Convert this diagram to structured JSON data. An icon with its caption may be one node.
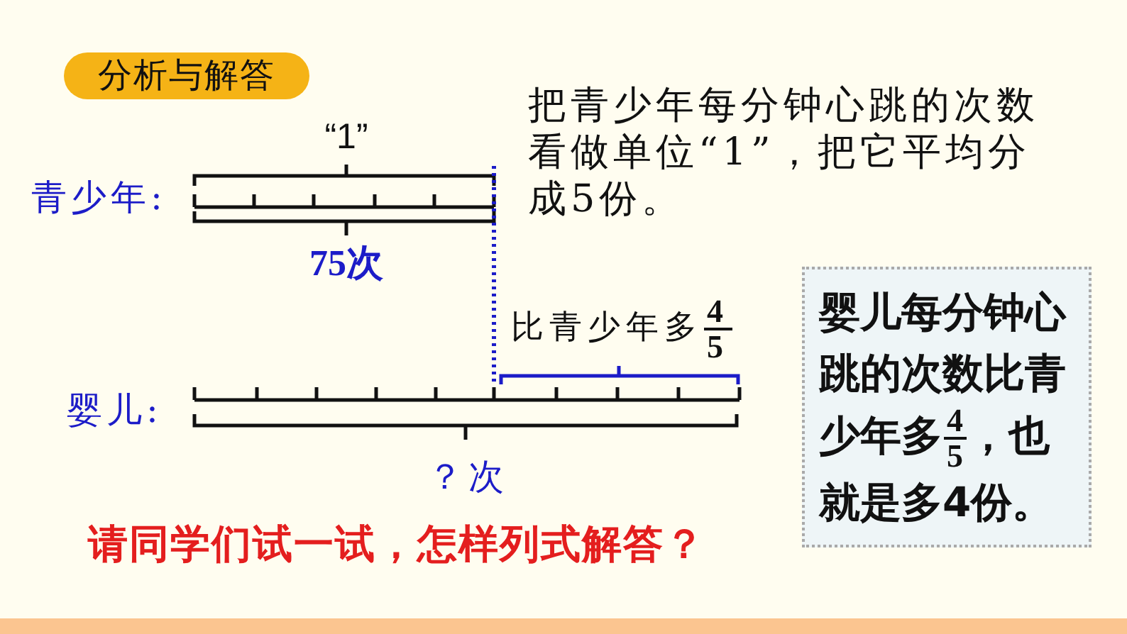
{
  "diagram": {
    "nodes": [
      {
        "text": [
          "分析与解答"
        ]
      },
      {
        "text": [
          "婴儿每分钟心跳的次数比青少年多$^{4}$$_{5}$，也就是多4份。"
        ]
      }
    ],
    "labels": [
      "把青少年每分钟心跳的次数看做单位“1”，把它平均分成5份。",
      "“1”",
      "青少年:",
      "75次",
      "比青少年多$^{4}$$_{5}$",
      "婴儿:",
      "？次",
      "请同学们试一试，怎样列式解答？"
    ]
  }
}
